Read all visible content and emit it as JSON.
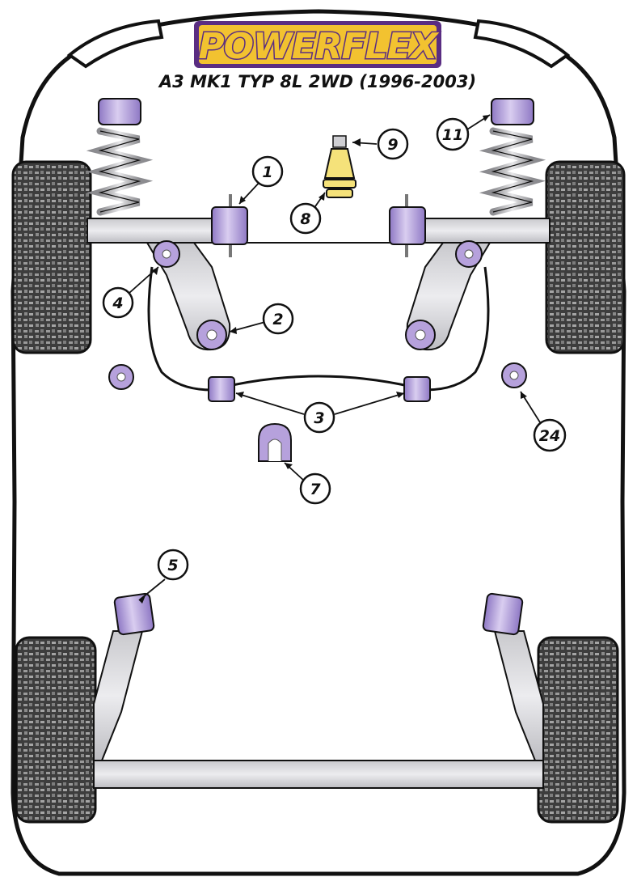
{
  "brand": {
    "logo_text": "POWERFLEX",
    "subtitle": "A3 MK1 TYP 8L 2WD (1996-2003)"
  },
  "colors": {
    "logo_fill": "#f2c230",
    "logo_outline": "#5a2d82",
    "bush_purple": "#b6a1dc",
    "bush_purple_dark": "#7b62b3",
    "bush_yellow": "#f5e27a",
    "tyre_dark": "#3a3a3a",
    "arm_grey": "#d6d6d9",
    "outline": "#111111"
  },
  "callouts": {
    "c1": "1",
    "c2": "2",
    "c3": "3",
    "c4": "4",
    "c5": "5",
    "c7": "7",
    "c8": "8",
    "c9": "9",
    "c11": "11",
    "c24": "24"
  }
}
